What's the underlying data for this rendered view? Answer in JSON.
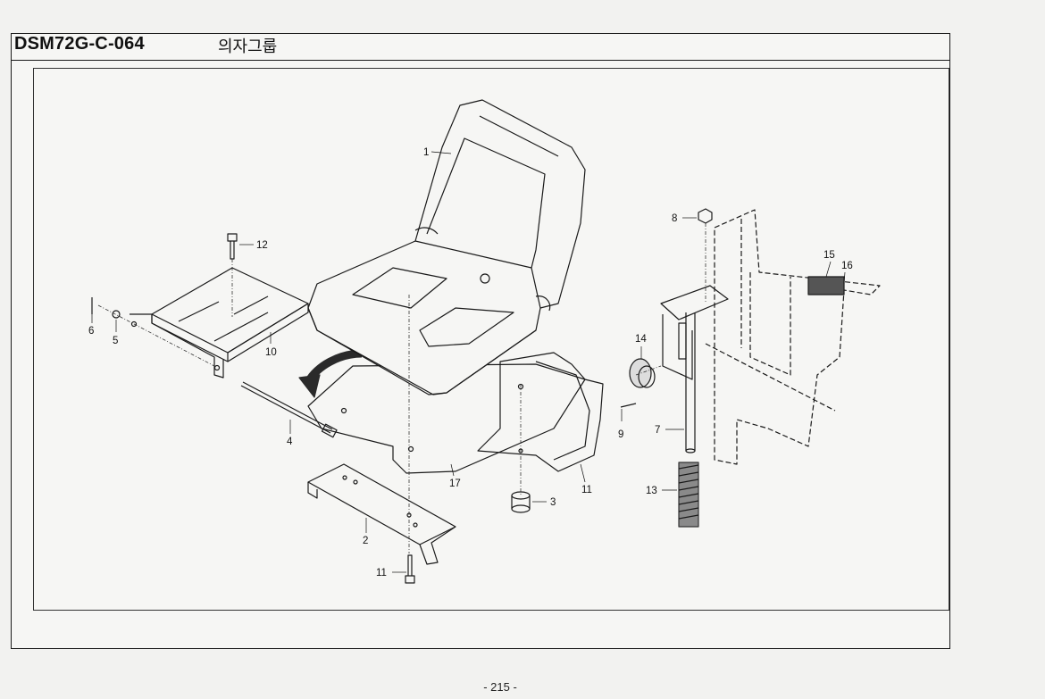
{
  "header": {
    "code": "DSM72G-C-064",
    "title": "의자그룹"
  },
  "callouts": [
    "1",
    "2",
    "3",
    "4",
    "5",
    "6",
    "7",
    "8",
    "9",
    "10",
    "11",
    "11",
    "12",
    "13",
    "14",
    "15",
    "16",
    "17"
  ],
  "footer": {
    "page": "- 215 -"
  }
}
